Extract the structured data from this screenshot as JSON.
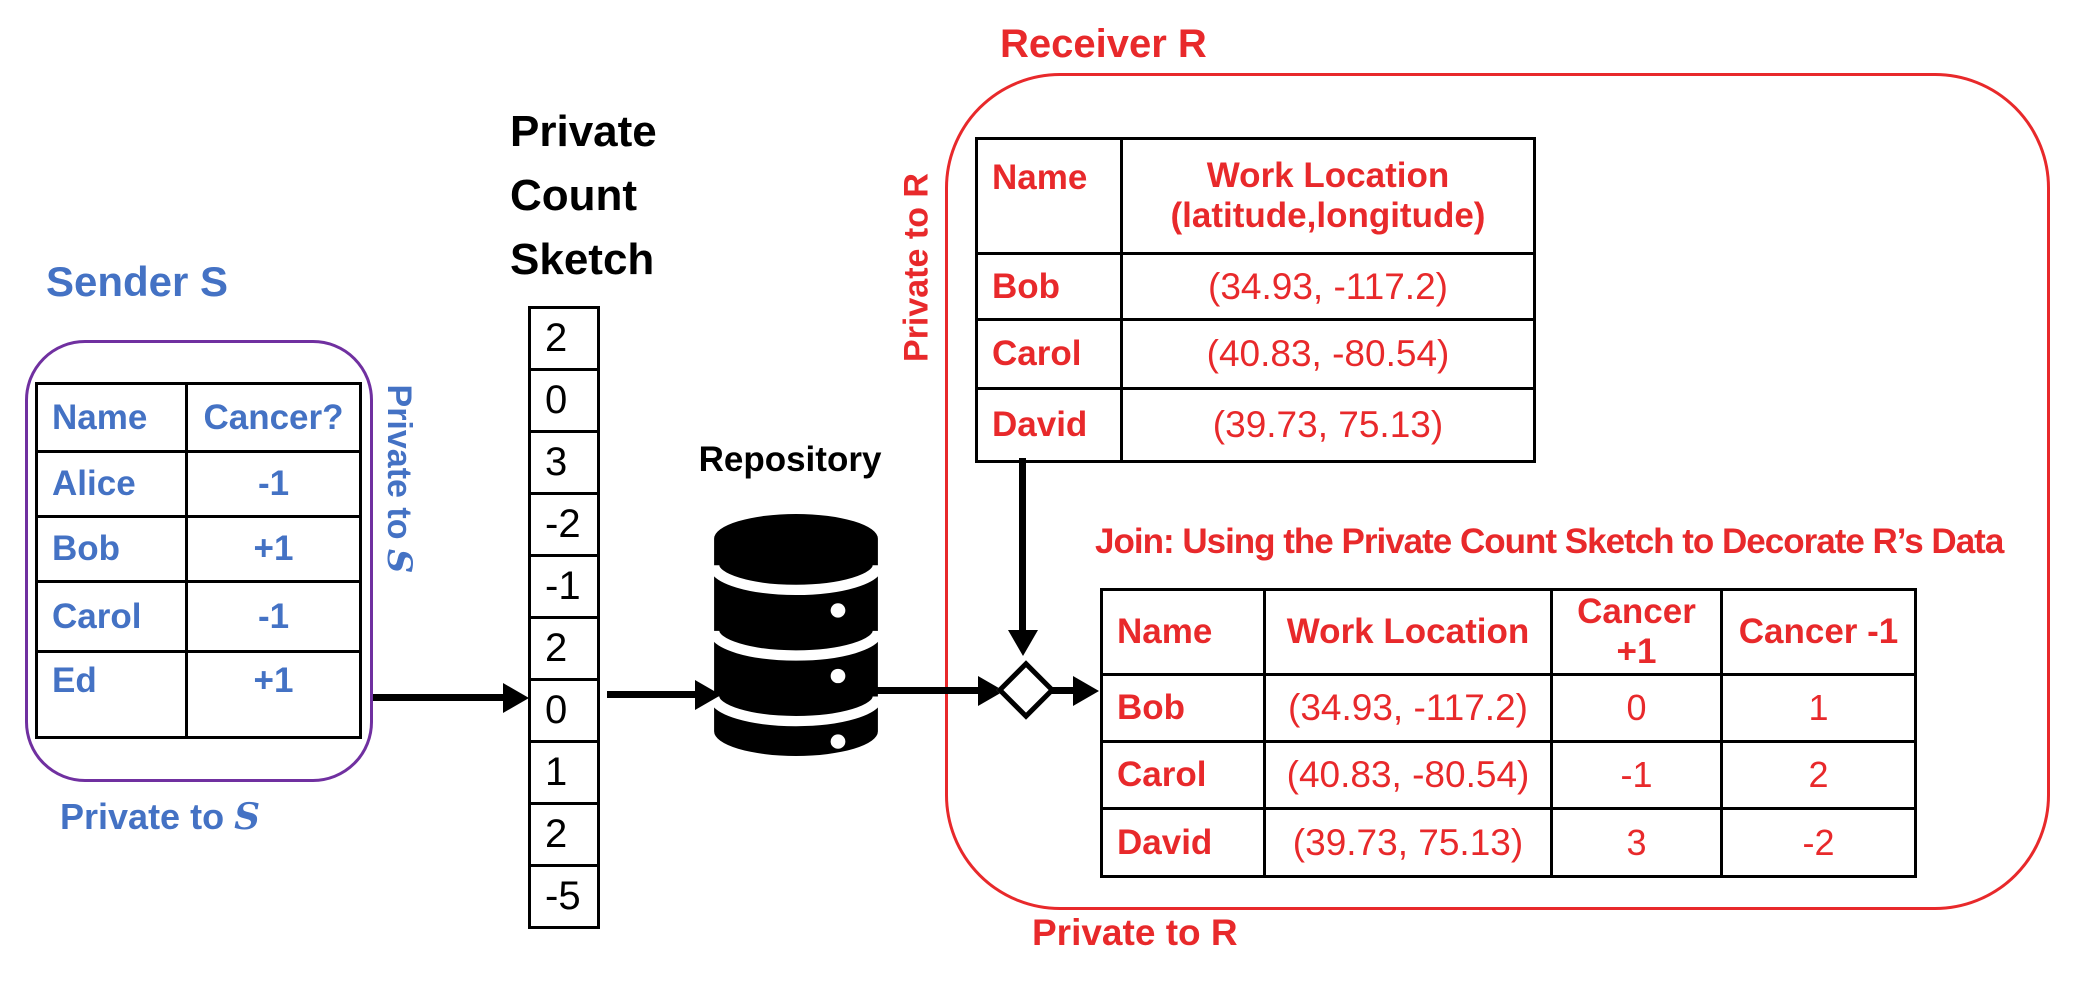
{
  "colors": {
    "blue": "#4472C4",
    "purple": "#7030A0",
    "red": "#E8292B",
    "black": "#000000"
  },
  "sender": {
    "title": "Sender S",
    "table": {
      "headers": [
        "Name",
        "Cancer?"
      ],
      "rows": [
        [
          "Alice",
          "-1"
        ],
        [
          "Bob",
          "+1"
        ],
        [
          "Carol",
          "-1"
        ],
        [
          "Ed",
          "+1"
        ]
      ]
    },
    "private_side": {
      "prefix": "Private to",
      "s": "S"
    },
    "private_bottom": {
      "prefix": "Private to",
      "s": "S"
    }
  },
  "sketch": {
    "title_line1": "Private",
    "title_line2": "Count",
    "title_line3": "Sketch",
    "cells": [
      "2",
      "0",
      "3",
      "-2",
      "-1",
      "2",
      "0",
      "1",
      "2",
      "-5"
    ]
  },
  "repository": {
    "label": "Repository"
  },
  "receiver": {
    "title": "Receiver R",
    "private_left": "Private to R",
    "private_bottom": "Private to R",
    "location_table": {
      "header_name": "Name",
      "header_location_line1": "Work Location",
      "header_location_line2": "(latitude,longitude)",
      "rows": [
        [
          "Bob",
          "(34.93, -117.2)"
        ],
        [
          "Carol",
          "(40.83, -80.54)"
        ],
        [
          "David",
          "(39.73, 75.13)"
        ]
      ]
    },
    "join": {
      "title": "Join: Using the Private Count Sketch to Decorate R’s Data",
      "table": {
        "headers": [
          "Name",
          "Work Location",
          "Cancer +1",
          "Cancer -1"
        ],
        "rows": [
          [
            "Bob",
            "(34.93, -117.2)",
            "0",
            "1"
          ],
          [
            "Carol",
            "(40.83, -80.54)",
            "-1",
            "2"
          ],
          [
            "David",
            "(39.73, 75.13)",
            "3",
            "-2"
          ]
        ]
      }
    }
  }
}
